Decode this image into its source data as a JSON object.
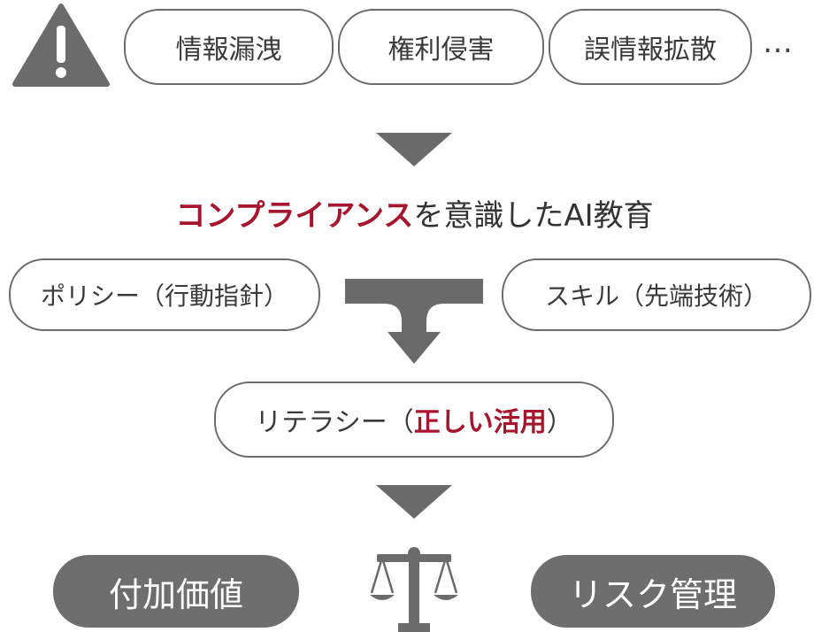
{
  "risks": {
    "items": [
      "情報漏洩",
      "権利侵害",
      "誤情報拡散"
    ],
    "ellipsis": "…"
  },
  "heading": {
    "emphasis": "コンプライアンス",
    "rest": "を意識したAI教育"
  },
  "policy": {
    "label": "ポリシー（行動指針）"
  },
  "skill": {
    "label": "スキル（先端技術）"
  },
  "literacy": {
    "prefix": "リテラシー（",
    "emphasis": "正しい活用",
    "suffix": "）"
  },
  "outcomes": {
    "left": "付加価値",
    "right": "リスク管理"
  },
  "colors": {
    "accent": "#a5162f",
    "gray": "#6b6b6b",
    "pill_dark": "#6e6e6e"
  },
  "icons": [
    "warning-icon",
    "down-arrow-icon",
    "merge-arrow-icon",
    "balance-scale-icon"
  ]
}
